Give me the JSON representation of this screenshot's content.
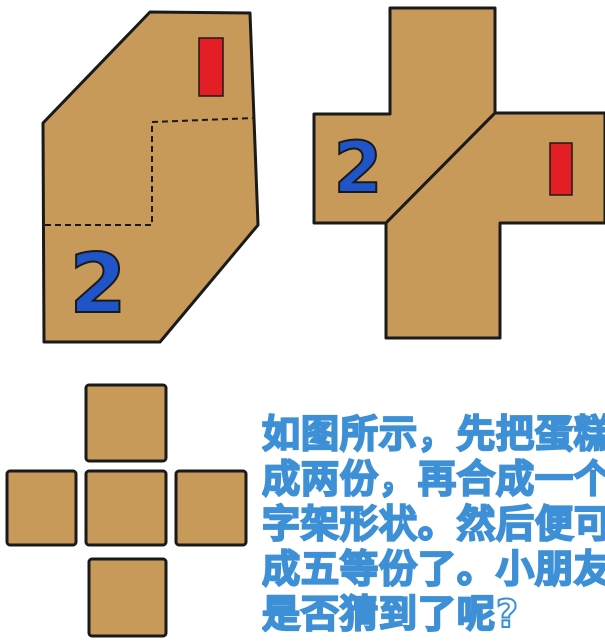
{
  "colors": {
    "cake": "#c89a5a",
    "outline": "#1a1a1a",
    "number_1": "#e31e24",
    "number_2": "#1f55c8",
    "caption_stroke": "#3d8fd6"
  },
  "labels": {
    "piece_one": "1",
    "piece_two": "2",
    "cross_piece_one": "1",
    "cross_piece_two": "2"
  },
  "caption": {
    "lines": [
      "如图所示，先把蛋糕分",
      "成两份，再合成一个十",
      "字架形状。然后便可分",
      "成五等份了。小朋友们",
      "是否猜到了呢?"
    ]
  }
}
